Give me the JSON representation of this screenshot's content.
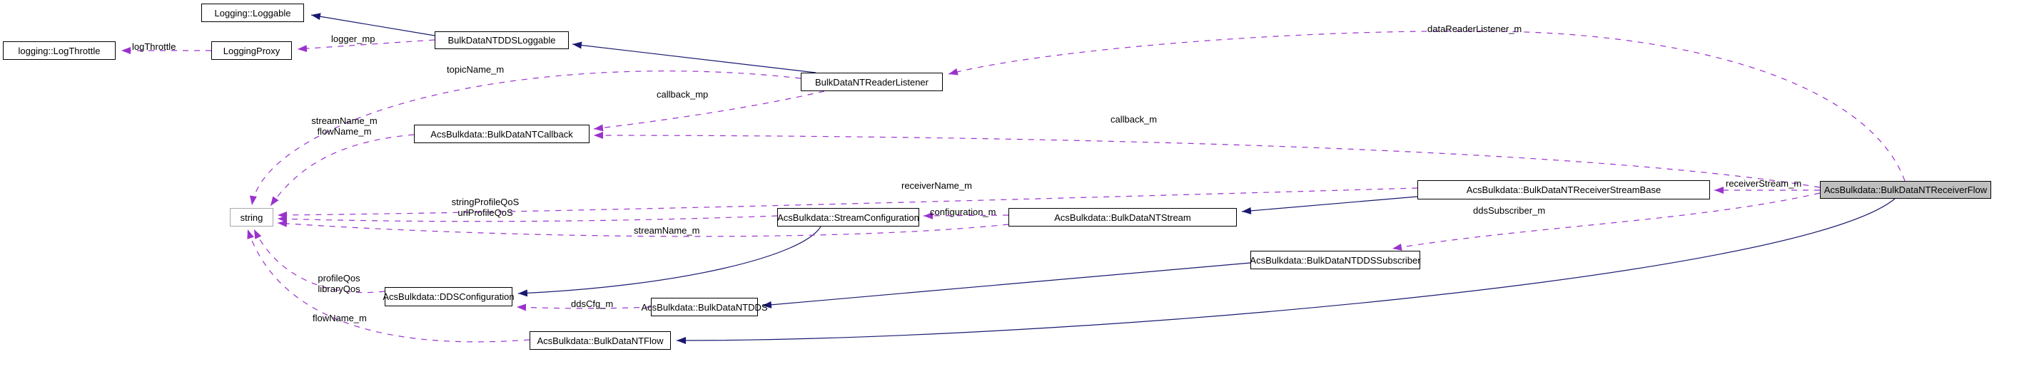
{
  "diagram_type": "doxygen-collaboration-graph",
  "colors": {
    "inheritance": "#191970",
    "usage": "#9a32cd",
    "node_fill": "#ffffff",
    "node_border": "#000000",
    "highlight_fill": "#bfbfbf",
    "external_border": "#a8a8a8",
    "label_color": "#000000"
  },
  "nodes": [
    {
      "id": "loggable",
      "label": "Logging::Loggable"
    },
    {
      "id": "logthrottle",
      "label": "logging::LogThrottle"
    },
    {
      "id": "loggingproxy",
      "label": "LoggingProxy"
    },
    {
      "id": "ddsloggable",
      "label": "BulkDataNTDDSLoggable"
    },
    {
      "id": "readerlistener",
      "label": "BulkDataNTReaderListener"
    },
    {
      "id": "callback",
      "label": "AcsBulkdata::BulkDataNTCallback"
    },
    {
      "id": "string",
      "label": "string"
    },
    {
      "id": "streamconfig",
      "label": "AcsBulkdata::StreamConfiguration"
    },
    {
      "id": "ntstream",
      "label": "AcsBulkdata::BulkDataNTStream"
    },
    {
      "id": "recvstreambase",
      "label": "AcsBulkdata::BulkDataNTReceiverStreamBase"
    },
    {
      "id": "recvflow",
      "label": "AcsBulkdata::BulkDataNTReceiverFlow"
    },
    {
      "id": "ddssubscriber",
      "label": "AcsBulkdata::BulkDataNTDDSSubscriber"
    },
    {
      "id": "ddsconfig",
      "label": "AcsBulkdata::DDSConfiguration"
    },
    {
      "id": "ntdds",
      "label": "AcsBulkdata::BulkDataNTDDS"
    },
    {
      "id": "ntflow",
      "label": "AcsBulkdata::BulkDataNTFlow"
    }
  ],
  "edge_labels": [
    {
      "id": "logThrottle",
      "text": "logThrottle"
    },
    {
      "id": "logger_mp",
      "text": "logger_mp"
    },
    {
      "id": "dataReaderListener_m",
      "text": "dataReaderListener_m"
    },
    {
      "id": "topicName_m",
      "text": "topicName_m"
    },
    {
      "id": "callback_mp",
      "text": "callback_mp"
    },
    {
      "id": "streamName_flowName",
      "text": "streamName_m\nflowName_m"
    },
    {
      "id": "callback_m",
      "text": "callback_m"
    },
    {
      "id": "receiverName_m",
      "text": "receiverName_m"
    },
    {
      "id": "profileQoS_pair",
      "text": "stringProfileQoS\nurlProfileQoS"
    },
    {
      "id": "configuration_m",
      "text": "configuration_m"
    },
    {
      "id": "streamName_m",
      "text": "streamName_m"
    },
    {
      "id": "receiverStream_m",
      "text": "receiverStream_m"
    },
    {
      "id": "ddsSubscriber_m",
      "text": "ddsSubscriber_m"
    },
    {
      "id": "qos_pair",
      "text": "profileQos\nlibraryQos"
    },
    {
      "id": "ddsCfg_m",
      "text": "ddsCfg_m"
    },
    {
      "id": "flowName_m",
      "text": "flowName_m"
    }
  ]
}
